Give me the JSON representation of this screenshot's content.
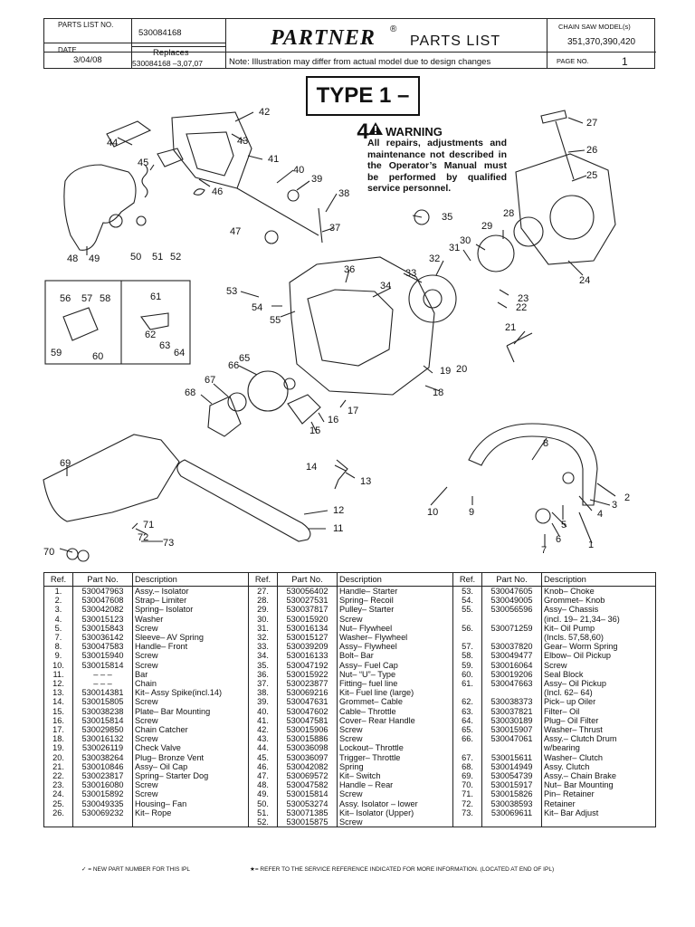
{
  "header": {
    "parts_list_no_label": "PARTS LIST NO.",
    "parts_list_no": "530084168",
    "date_label": "DATE",
    "date": "3/04/08",
    "replaces_label": "Replaces",
    "replaces": "530084168 –3,07,07",
    "brand": "PARTNER",
    "brand_reg": "®",
    "title": "PARTS LIST",
    "note": "Note: Illustration may differ from actual model due to design changes",
    "model_label": "CHAIN SAW MODEL(s)",
    "models": "351,370,390,420",
    "page_label": "PAGE   NO.",
    "page_no": "1"
  },
  "type_title": "TYPE 1 – 4",
  "warning": {
    "title": "WARNING",
    "text": "All repairs, adjustments and maintenance not described in the Operator’s Manual must be performed by qualified service personnel."
  },
  "callouts": [
    "42",
    "44",
    "43",
    "45",
    "41",
    "40",
    "46",
    "39",
    "38",
    "37",
    "27",
    "26",
    "25",
    "35",
    "48",
    "49",
    "50",
    "51",
    "52",
    "47",
    "36",
    "28",
    "29",
    "30",
    "31",
    "32",
    "33",
    "24",
    "53",
    "34",
    "54",
    "55",
    "23",
    "22",
    "21",
    "56",
    "57",
    "58",
    "61",
    "62",
    "63",
    "64",
    "59",
    "60",
    "65",
    "66",
    "19",
    "20",
    "67",
    "68",
    "18",
    "15",
    "16",
    "17",
    "8",
    "69",
    "14",
    "13",
    "2",
    "12",
    "3",
    "10",
    "9",
    "4",
    "11",
    "71",
    "72",
    "73",
    "5",
    "70",
    "6",
    "7",
    "1"
  ],
  "table": {
    "headers": [
      "Ref.",
      "Part No.",
      "Description"
    ],
    "col1": [
      [
        "1.",
        "530047963",
        "Assy.– Isolator"
      ],
      [
        "2.",
        "530047608",
        "Strap– Limiter"
      ],
      [
        "3.",
        "530042082",
        "Spring– Isolator"
      ],
      [
        "4.",
        "530015123",
        "Washer"
      ],
      [
        "5.",
        "530015843",
        "Screw"
      ],
      [
        "7.",
        "530036142",
        "Sleeve– AV  Spring"
      ],
      [
        "8.",
        "530047583",
        "Handle– Front"
      ],
      [
        "9.",
        "530015940",
        "Screw"
      ],
      [
        "10.",
        "530015814",
        "Screw"
      ],
      [
        "11.",
        "– – –",
        "Bar"
      ],
      [
        "12.",
        "– – –",
        "Chain"
      ],
      [
        "13.",
        "530014381",
        "Kit– Assy Spike(incl.14)"
      ],
      [
        "14.",
        "530015805",
        "Screw"
      ],
      [
        "15.",
        "530038238",
        "Plate– Bar Mounting"
      ],
      [
        "16.",
        "530015814",
        "Screw"
      ],
      [
        "17.",
        "530029850",
        "Chain Catcher"
      ],
      [
        "18.",
        "530016132",
        "Screw"
      ],
      [
        "19.",
        "530026119",
        "Check Valve"
      ],
      [
        "20.",
        "530038264",
        "Plug– Bronze Vent"
      ],
      [
        "21.",
        "530010846",
        "Assy– Oil Cap"
      ],
      [
        "22.",
        "530023817",
        "Spring– Starter Dog"
      ],
      [
        "23.",
        "530016080",
        "Screw"
      ],
      [
        "24.",
        "530015892",
        "Screw"
      ],
      [
        "25.",
        "530049335",
        "Housing– Fan"
      ],
      [
        "26.",
        "530069232",
        "Kit– Rope"
      ]
    ],
    "col2": [
      [
        "27.",
        "530056402",
        "Handle– Starter"
      ],
      [
        "28.",
        "530027531",
        "Spring– Recoil"
      ],
      [
        "29.",
        "530037817",
        "Pulley– Starter"
      ],
      [
        "30.",
        "530015920",
        "Screw"
      ],
      [
        "31.",
        "530016134",
        "Nut– Flywheel"
      ],
      [
        "32.",
        "530015127",
        "Washer– Flywheel"
      ],
      [
        "33.",
        "530039209",
        "Assy– Flywheel"
      ],
      [
        "34.",
        "530016133",
        "Bolt– Bar"
      ],
      [
        "35.",
        "530047192",
        "Assy– Fuel Cap"
      ],
      [
        "36.",
        "530015922",
        "Nut– “U”– Type"
      ],
      [
        "37.",
        "530023877",
        "Fitting– fuel line"
      ],
      [
        "38.",
        "530069216",
        "Kit– Fuel line (large)"
      ],
      [
        "39.",
        "530047631",
        "Grommet– Cable"
      ],
      [
        "40.",
        "530047602",
        "Cable– Throttle"
      ],
      [
        "41.",
        "530047581",
        "Cover– Rear Handle"
      ],
      [
        "42.",
        "530015906",
        "Screw"
      ],
      [
        "43.",
        "530015886",
        "Screw"
      ],
      [
        "44.",
        "530036098",
        "Lockout– Throttle"
      ],
      [
        "45.",
        "530036097",
        "Trigger– Throttle"
      ],
      [
        "46.",
        "530042082",
        "Spring"
      ],
      [
        "47.",
        "530069572",
        "Kit– Switch"
      ],
      [
        "48.",
        "530047582",
        "Handle – Rear"
      ],
      [
        "49.",
        "530015814",
        "Screw"
      ],
      [
        "50.",
        "530053274",
        "Assy. Isolator – lower"
      ],
      [
        "51.",
        "530071385",
        "Kit– Isolator (Upper)"
      ],
      [
        "52.",
        "530015875",
        "Screw"
      ]
    ],
    "col3": [
      [
        "53.",
        "530047605",
        "Knob– Choke"
      ],
      [
        "54.",
        "530049005",
        "Grommet– Knob"
      ],
      [
        "55.",
        "530056596",
        "Assy– Chassis"
      ],
      [
        "",
        "",
        "(incl. 19– 21,34– 36)"
      ],
      [
        "56.",
        "530071259",
        "Kit– Oil Pump"
      ],
      [
        "",
        "",
        "(Incls. 57,58,60)"
      ],
      [
        "57.",
        "530037820",
        "Gear– Worm Spring"
      ],
      [
        "58.",
        "530049477",
        "Elbow– Oil Pickup"
      ],
      [
        "59.",
        "530016064",
        "Screw"
      ],
      [
        "60.",
        "530019206",
        "Seal Block"
      ],
      [
        "61.",
        "530047663",
        "Assy– Oil Pickup"
      ],
      [
        "",
        "",
        "(Incl. 62– 64)"
      ],
      [
        "62.",
        "530038373",
        "Pick– up Oiler"
      ],
      [
        "63.",
        "530037821",
        "Filter– Oil"
      ],
      [
        "64.",
        "530030189",
        "Plug– Oil Filter"
      ],
      [
        "65.",
        "530015907",
        "Washer– Thrust"
      ],
      [
        "66.",
        "530047061",
        "Assy.– Clutch Drum"
      ],
      [
        "",
        "",
        "w/bearing"
      ],
      [
        "67.",
        "530015611",
        "Washer– Clutch"
      ],
      [
        "68.",
        "530014949",
        "Assy. Clutch"
      ],
      [
        "69.",
        "530054739",
        "Assy.– Chain Brake"
      ],
      [
        "70.",
        "530015917",
        "Nut– Bar Mounting"
      ],
      [
        "71.",
        "530015826",
        "Pin– Retainer"
      ],
      [
        "72.",
        "530038593",
        "Retainer"
      ],
      [
        "73.",
        "530069611",
        "Kit– Bar Adjust"
      ]
    ]
  },
  "footer": {
    "left": "✓ = NEW PART NUMBER FOR THIS IPL",
    "right": "★= REFER TO THE SERVICE REFERENCE INDICATED FOR MORE INFORMATION. (LOCATED AT END OF IPL)"
  }
}
